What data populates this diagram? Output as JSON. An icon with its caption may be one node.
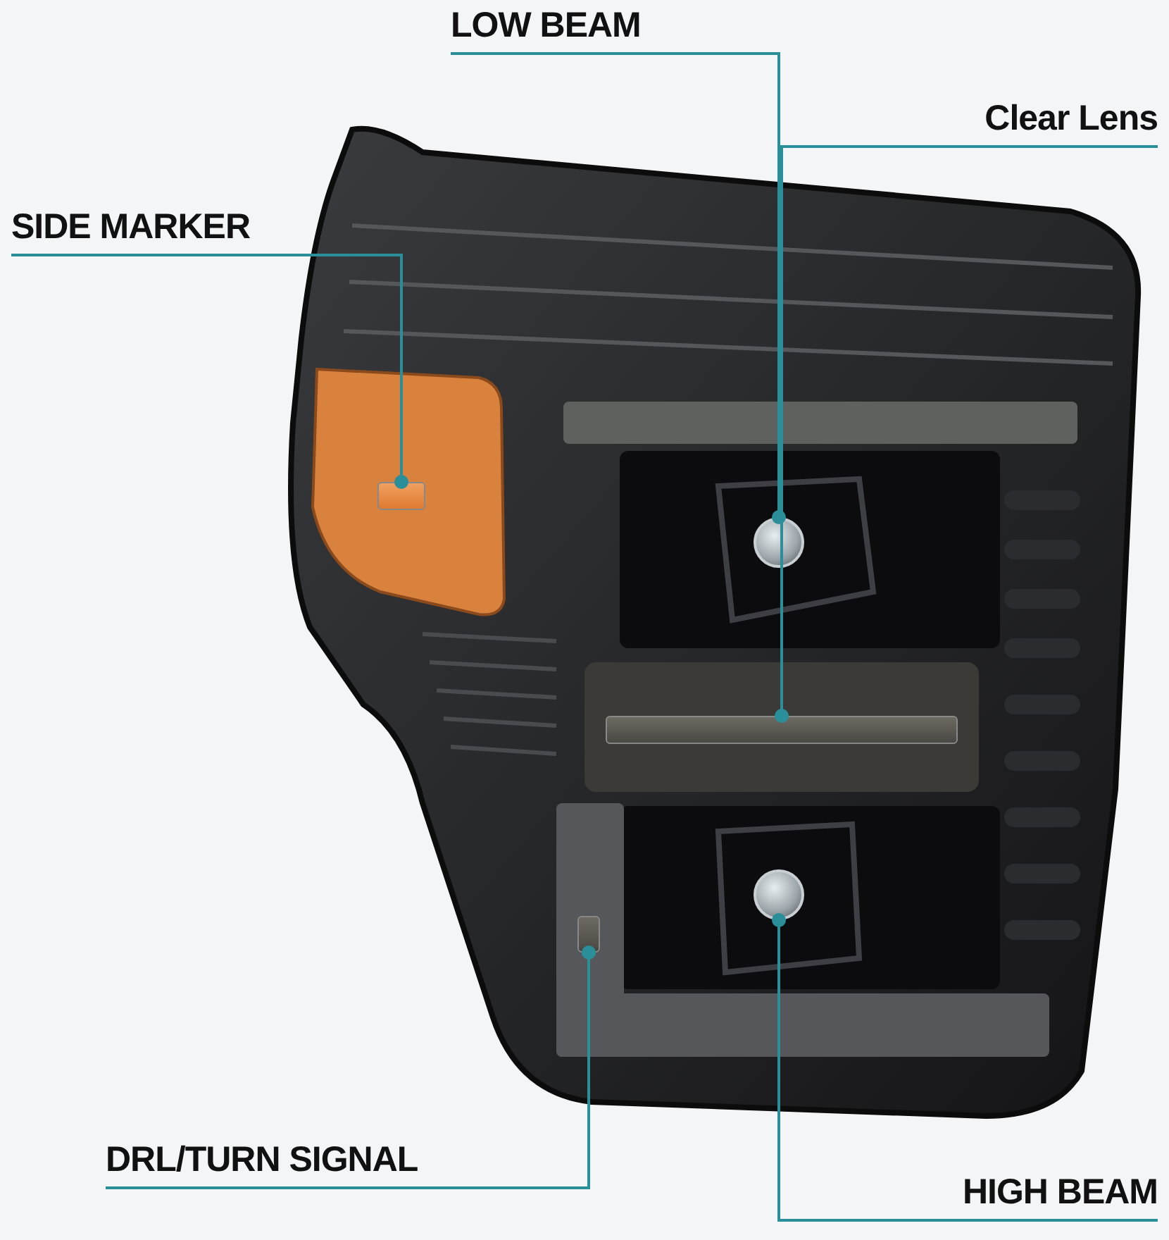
{
  "diagram": {
    "nodes": [
      {
        "text": [
          "LOW BEAM"
        ]
      },
      {
        "text": [
          "Clear Lens"
        ]
      },
      {
        "text": [
          "SIDE MARKER"
        ]
      },
      {
        "text": [
          "DRL/TURN SIGNAL"
        ]
      },
      {
        "text": [
          "HIGH BEAM"
        ]
      },
      {
        "text": [],
        "shape": "box"
      },
      {
        "text": [],
        "shape": "circle"
      },
      {
        "text": [],
        "shape": "bar"
      },
      {
        "text": [],
        "shape": "bar"
      },
      {
        "text": [],
        "shape": "circle"
      }
    ],
    "edges": [
      {
        "from": 0,
        "to": 6,
        "arrow": "other"
      },
      {
        "from": 1,
        "to": 7,
        "arrow": "other"
      },
      {
        "from": 2,
        "to": 5,
        "arrow": "other"
      },
      {
        "from": 3,
        "to": 8,
        "arrow": "other"
      },
      {
        "from": 4,
        "to": 9,
        "arrow": "other"
      }
    ]
  }
}
